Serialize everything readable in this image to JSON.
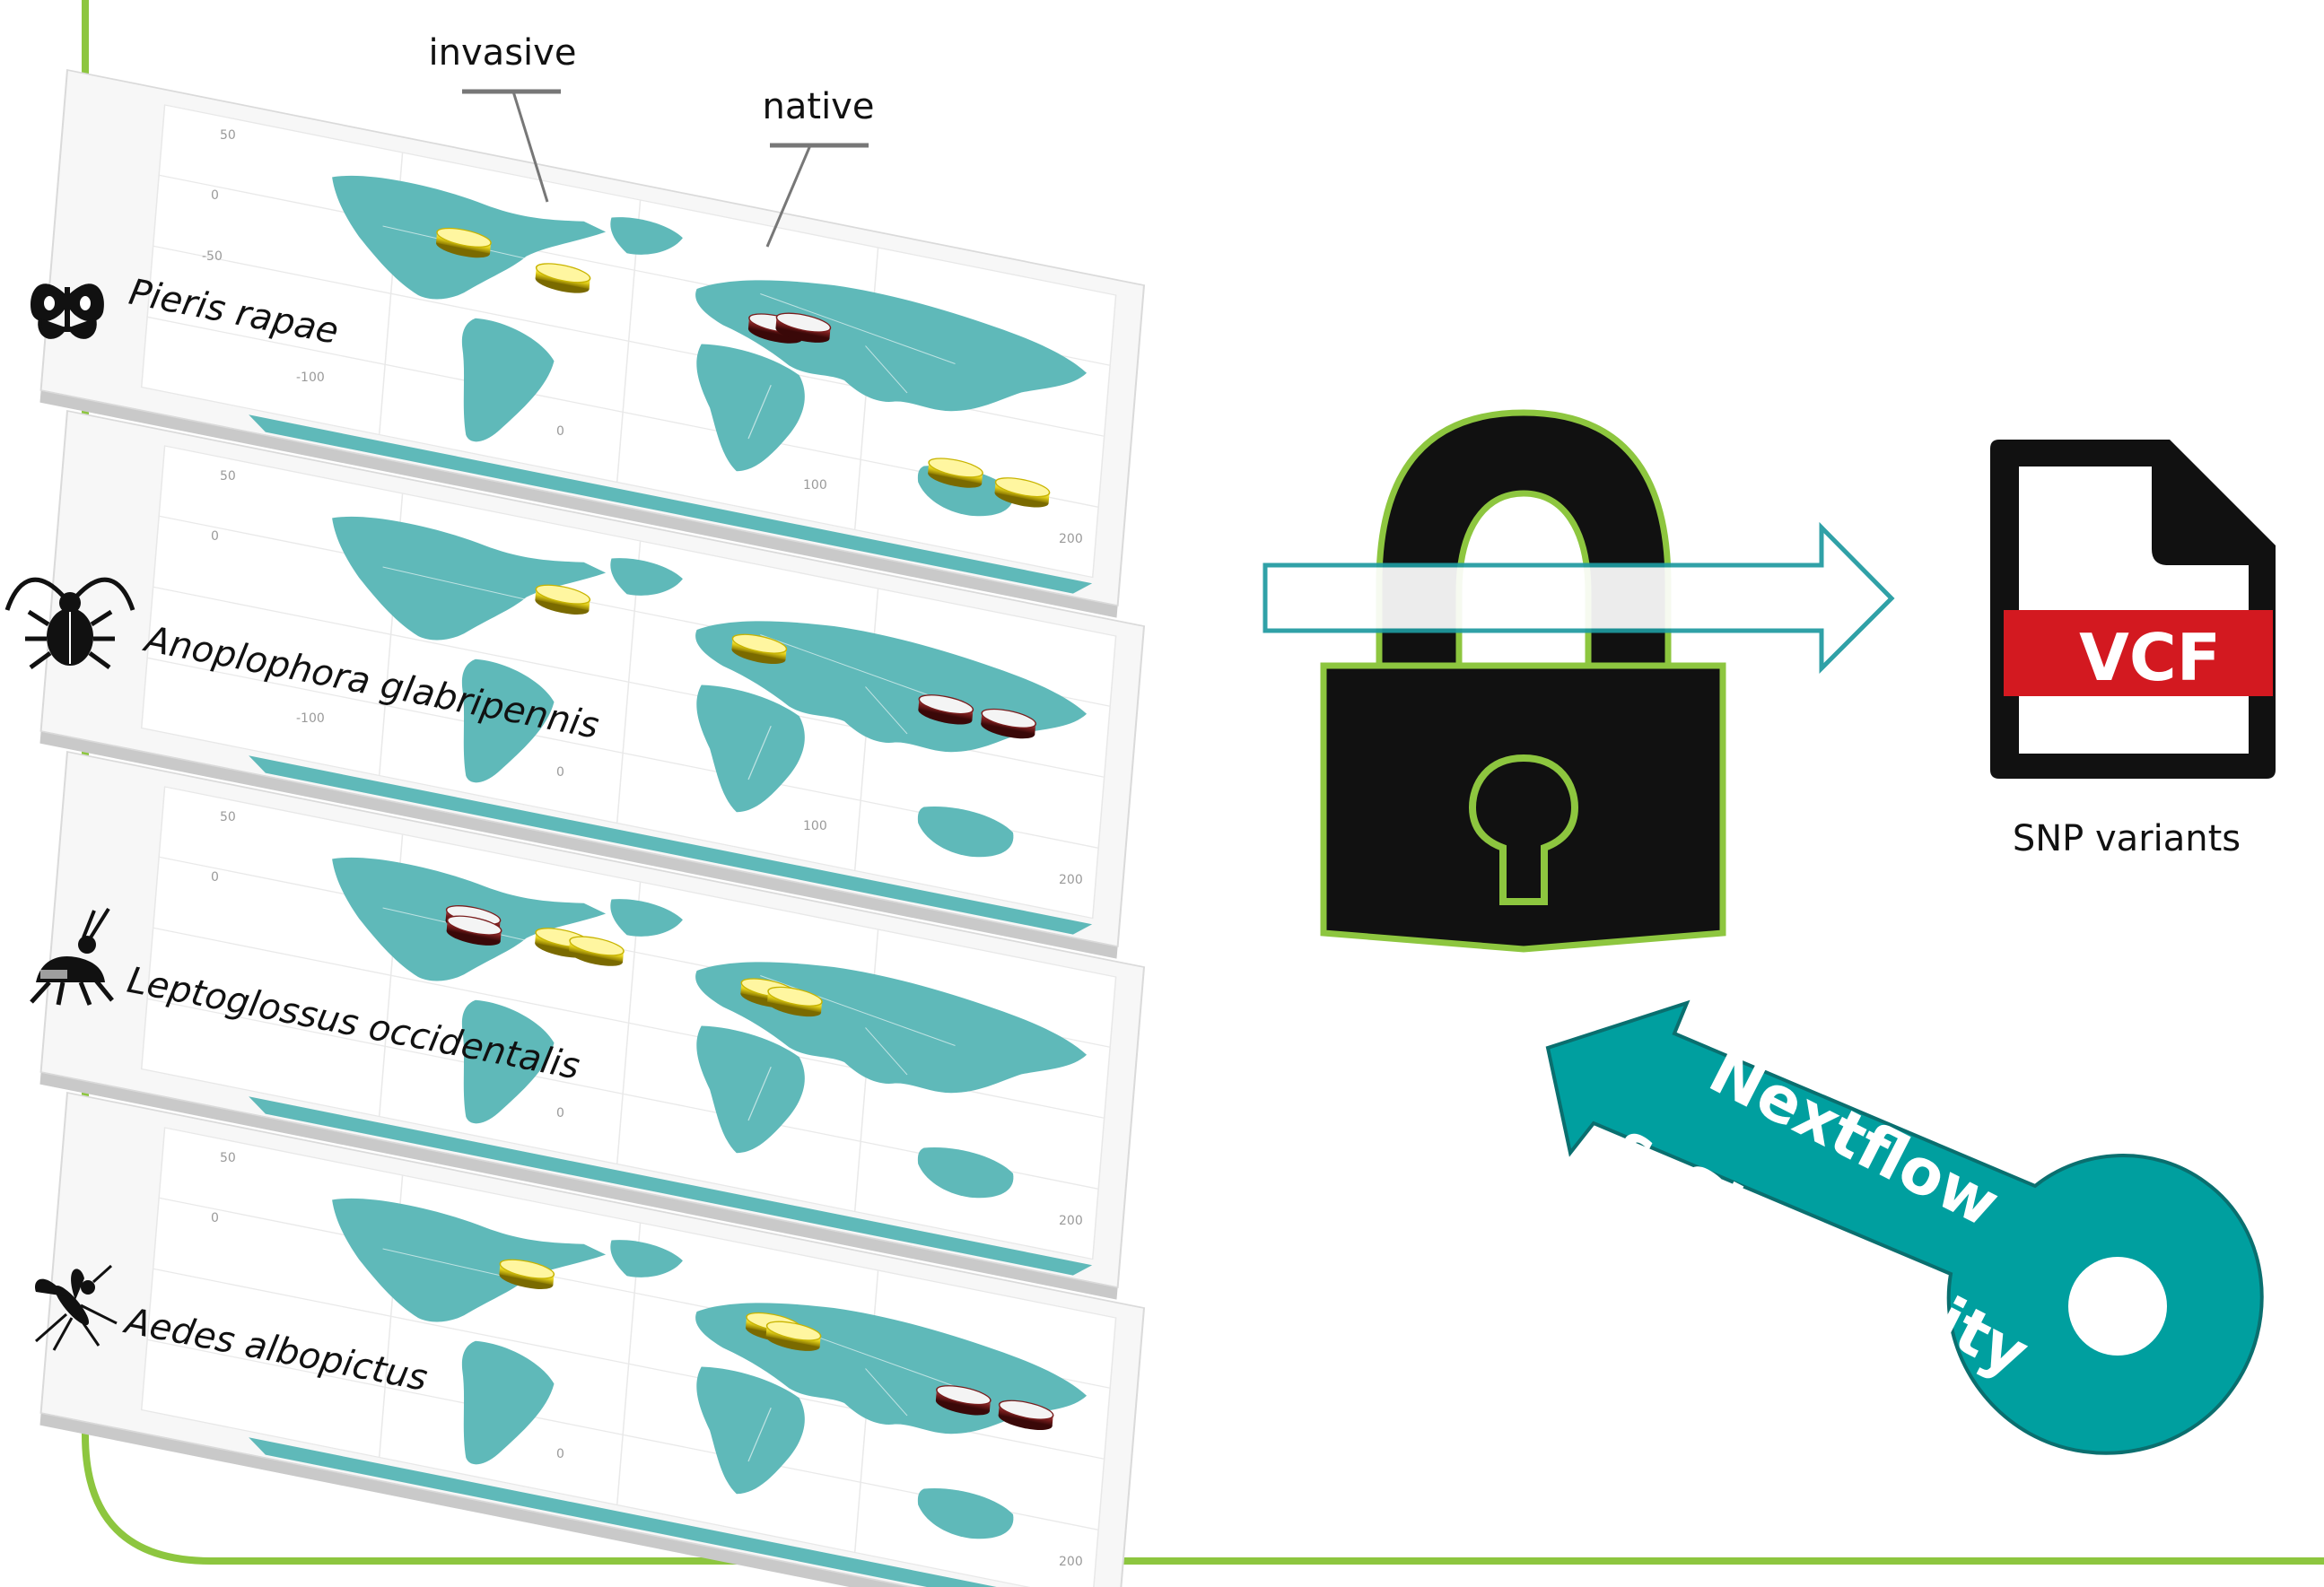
{
  "legend": {
    "invasive": "invasive",
    "native": "native"
  },
  "axis": {
    "lat_50": "50",
    "lat_0": "0",
    "lat_m50": "-50",
    "lon_m100": "-100",
    "lon_0": "0",
    "lon_100": "100",
    "lon_200": "200"
  },
  "species": [
    {
      "name": "Pieris rapae",
      "icon": "butterfly-icon"
    },
    {
      "name": "Anoplophora glabripennis",
      "icon": "beetle-icon"
    },
    {
      "name": "Leptoglossus occidentalis",
      "icon": "bug-icon"
    },
    {
      "name": "Aedes albopictus",
      "icon": "mosquito-icon"
    }
  ],
  "output": {
    "badge": "VCF",
    "caption": "SNP variants"
  },
  "key": {
    "line1": "Nextflow",
    "line2": "& Singularity"
  },
  "colors": {
    "frame": "#8dc63f",
    "land": "#5fb9b9",
    "invasive_marker": "#e2cf1a",
    "native_marker": "#7a1e1e",
    "vcf_band": "#d31920",
    "key": "#009f9f",
    "arrow_stroke": "#1f9aa0"
  }
}
